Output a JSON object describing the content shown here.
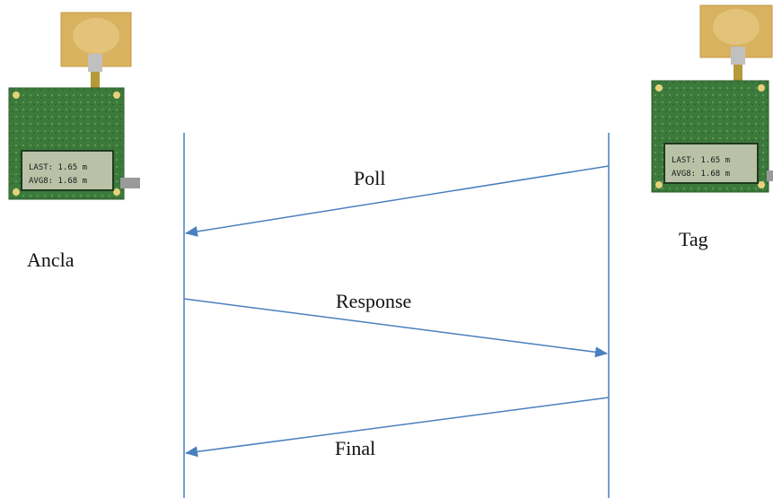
{
  "colors": {
    "line": "#4a7fbf",
    "pcb": "#3c7a3c",
    "lcd": "#b9c2a6",
    "antenna": "#d9b25f"
  },
  "anchor": {
    "label": "Ancla",
    "lcd_line1": "LAST:  1.65 m",
    "lcd_line2": "AVG8:  1.68 m"
  },
  "tag": {
    "label": "Tag",
    "lcd_line1": "LAST:  1.65 m",
    "lcd_line2": "AVG8:  1.68 m"
  },
  "messages": [
    {
      "label": "Poll",
      "direction": "tag-to-anchor"
    },
    {
      "label": "Response",
      "direction": "anchor-to-tag"
    },
    {
      "label": "Final",
      "direction": "tag-to-anchor"
    }
  ]
}
